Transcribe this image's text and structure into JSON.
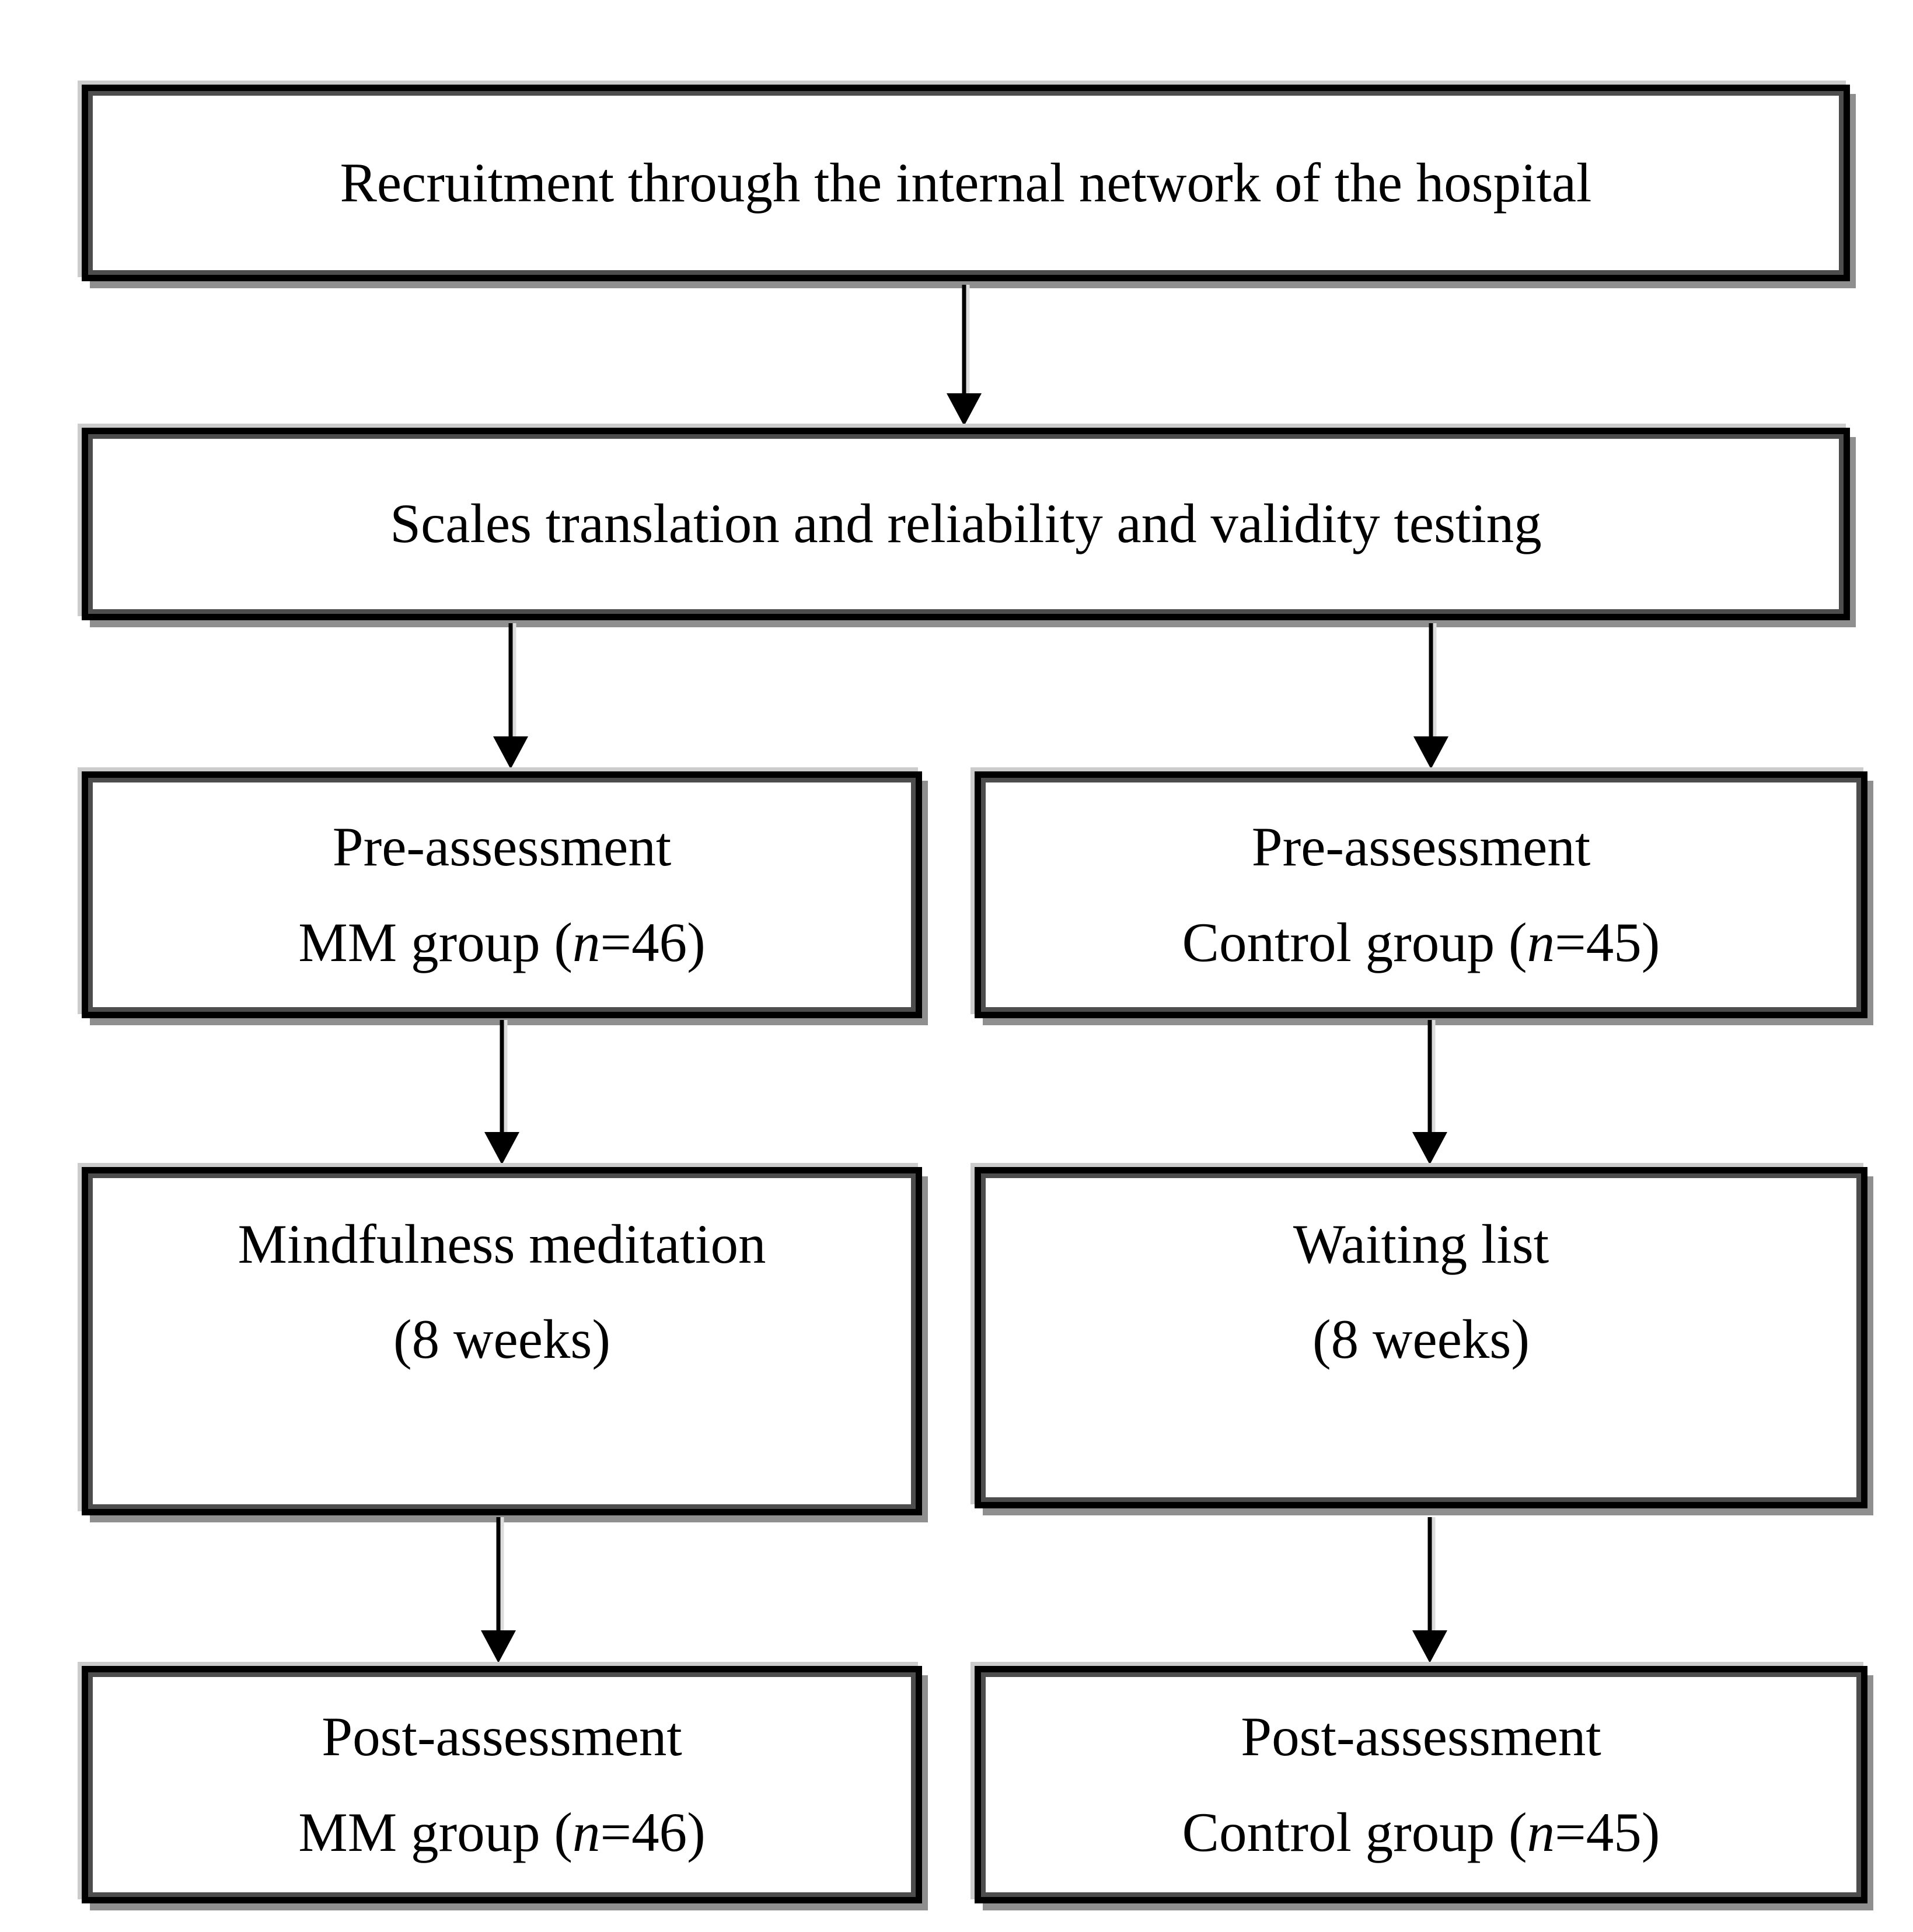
{
  "boxes": {
    "recruitment": {
      "text": "Recruitment through the internal network of the hospital"
    },
    "scales": {
      "text": "Scales translation and reliability and validity testing"
    },
    "pre_mm": {
      "line1": "Pre-assessment",
      "line2_prefix": "MM group (",
      "line2_n": "n",
      "line2_suffix": "=46)"
    },
    "pre_control": {
      "line1": "Pre-assessment",
      "line2_prefix": "Control group (",
      "line2_n": "n",
      "line2_suffix": "=45)"
    },
    "mindfulness": {
      "line1": "Mindfulness meditation",
      "line2": "(8 weeks)"
    },
    "waiting": {
      "line1": "Waiting list",
      "line2": "(8 weeks)"
    },
    "post_mm": {
      "line1": "Post-assessment",
      "line2_prefix": "MM group (",
      "line2_n": "n",
      "line2_suffix": "=46)"
    },
    "post_control": {
      "line1": "Post-assessment",
      "line2_prefix": "Control group (",
      "line2_n": "n",
      "line2_suffix": "=45)"
    }
  },
  "colors": {
    "background": "#ffffff",
    "box_fill": "#ffffff",
    "border": "#000000",
    "bevel_inner": "#4d4d4d",
    "shadow_outer": "#8f8f8f",
    "highlight_outer": "#cccccc",
    "text": "#000000"
  }
}
